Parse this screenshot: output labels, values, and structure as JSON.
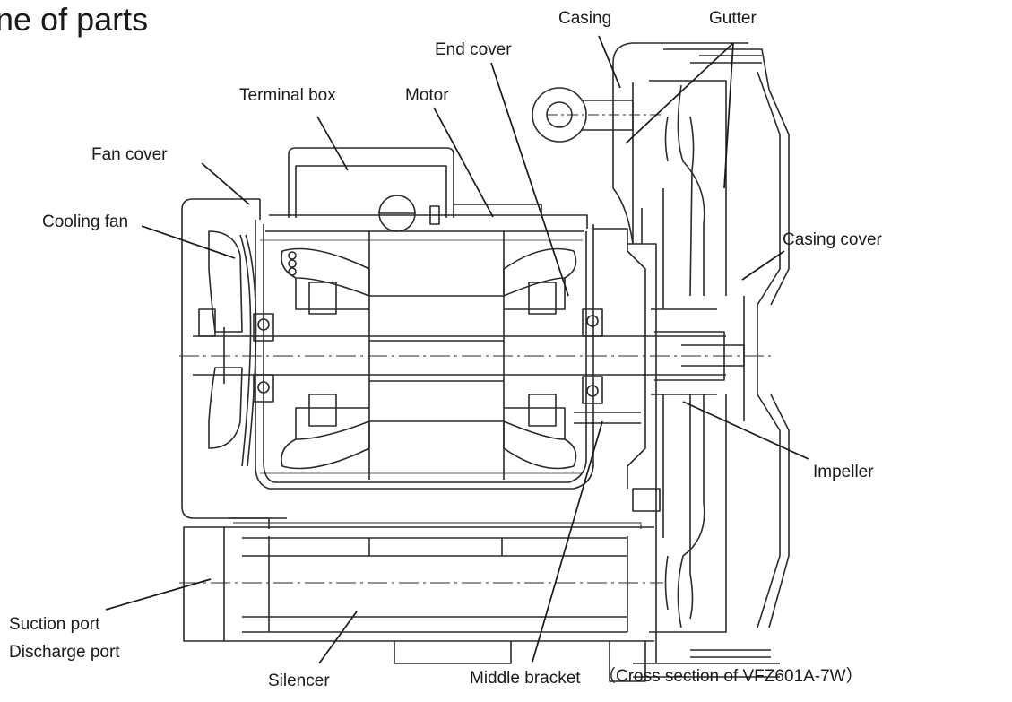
{
  "title": "ne of parts",
  "caption": "（Cross section of VFZ601A-7W）",
  "labels": {
    "casing": "Casing",
    "gutter": "Gutter",
    "end_cover": "End cover",
    "terminal_box": "Terminal box",
    "motor": "Motor",
    "fan_cover": "Fan cover",
    "cooling_fan": "Cooling fan",
    "casing_cover": "Casing cover",
    "impeller": "Impeller",
    "suction_port": "Suction port",
    "discharge_port": "Discharge port",
    "silencer": "Silencer",
    "middle_bracket": "Middle bracket"
  },
  "colors": {
    "line": "#2a2a2a",
    "text": "#1a1a1a",
    "background": "#ffffff"
  }
}
